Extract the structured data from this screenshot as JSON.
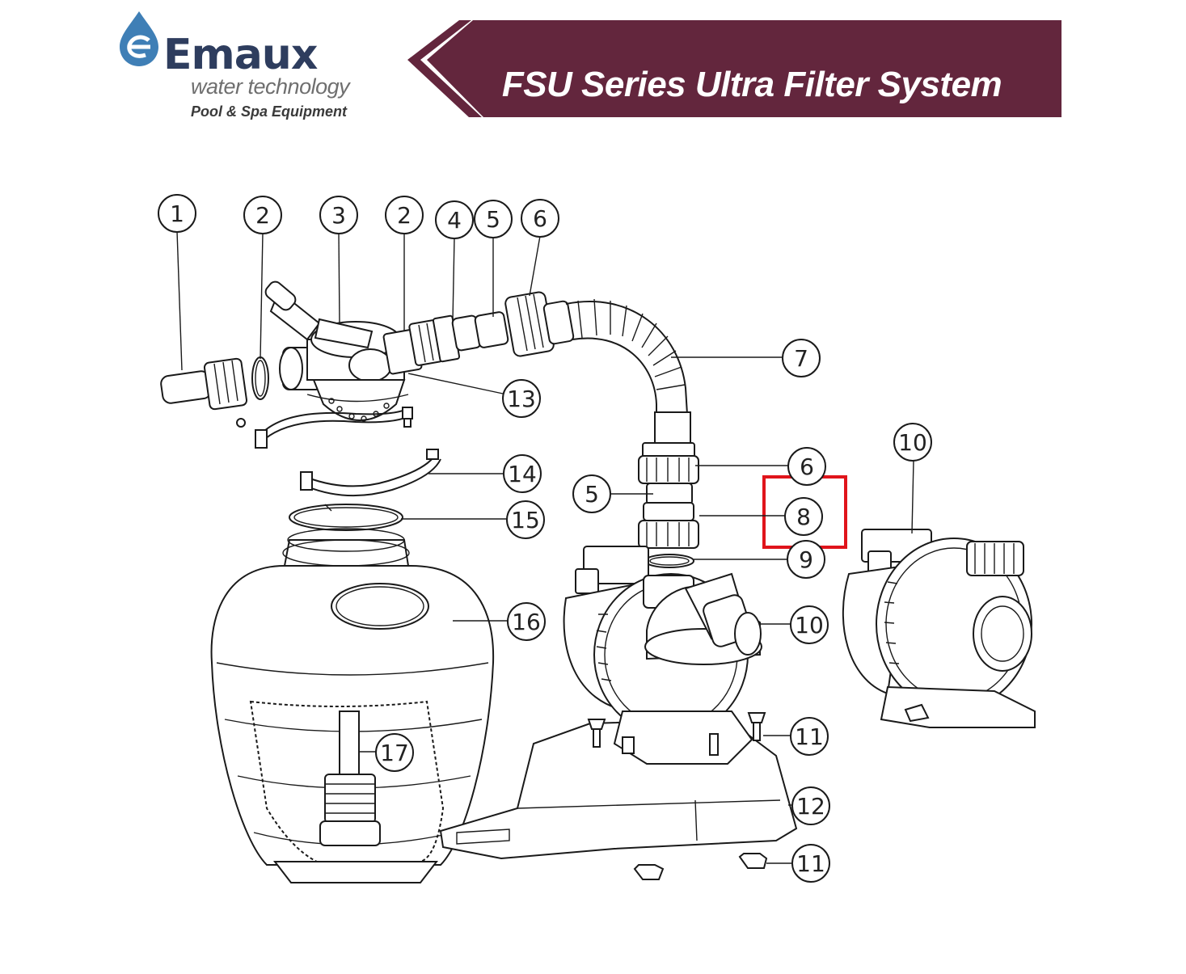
{
  "brand": {
    "name": "Emaux",
    "tagline": "water technology",
    "subtitle": "Pool & Spa Equipment",
    "logo_icon": "water-drop-e-icon",
    "colors": {
      "navy": "#2e3d5e",
      "blue": "#3f7fb6",
      "gray": "#6f6f6f"
    }
  },
  "banner": {
    "title": "FSU Series Ultra Filter System",
    "color": "#63263d"
  },
  "highlight": {
    "target_callout": "8",
    "color": "#e0141b"
  },
  "callouts": [
    {
      "id": "c1",
      "label": "1"
    },
    {
      "id": "c2a",
      "label": "2"
    },
    {
      "id": "c3",
      "label": "3"
    },
    {
      "id": "c2b",
      "label": "2"
    },
    {
      "id": "c4",
      "label": "4"
    },
    {
      "id": "c5a",
      "label": "5"
    },
    {
      "id": "c6a",
      "label": "6"
    },
    {
      "id": "c7",
      "label": "7"
    },
    {
      "id": "c13",
      "label": "13"
    },
    {
      "id": "c10a",
      "label": "10"
    },
    {
      "id": "c6b",
      "label": "6"
    },
    {
      "id": "c5b",
      "label": "5"
    },
    {
      "id": "c8",
      "label": "8"
    },
    {
      "id": "c14",
      "label": "14"
    },
    {
      "id": "c15",
      "label": "15"
    },
    {
      "id": "c9",
      "label": "9"
    },
    {
      "id": "c16",
      "label": "16"
    },
    {
      "id": "c10b",
      "label": "10"
    },
    {
      "id": "c11a",
      "label": "11"
    },
    {
      "id": "c17",
      "label": "17"
    },
    {
      "id": "c12",
      "label": "12"
    },
    {
      "id": "c11b",
      "label": "11"
    }
  ]
}
